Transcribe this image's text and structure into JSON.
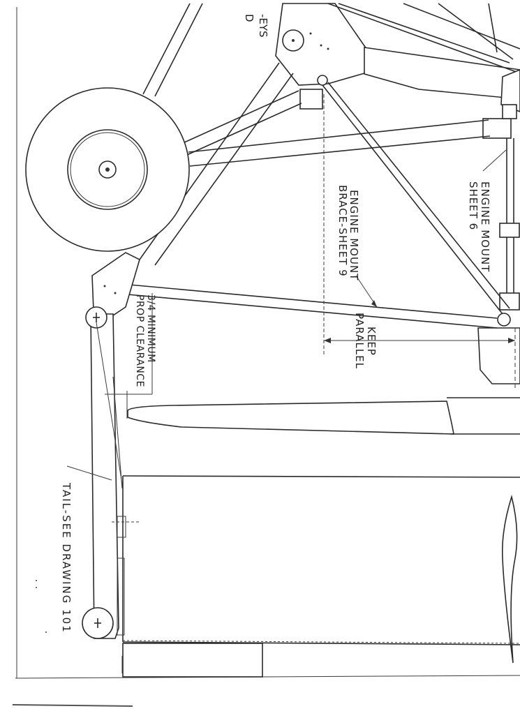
{
  "drawing": {
    "labels": {
      "pulleys_fragment": "-EYS",
      "pulleys_fragment_2": "D",
      "engine_mount_line1": "ENGINE MOUNT",
      "engine_mount_line2": "SHEET 6",
      "brace_line1": "ENGINE MOUNT",
      "brace_line2": "BRACE-SHEET 9",
      "keep_line1": "KEEP",
      "keep_line2": "PARALLEL",
      "prop_line1": "3/4 MINIMUM",
      "prop_line2": "PROP CLEARANCE",
      "tail_note": "TAIL-SEE DRAWING 101"
    }
  }
}
